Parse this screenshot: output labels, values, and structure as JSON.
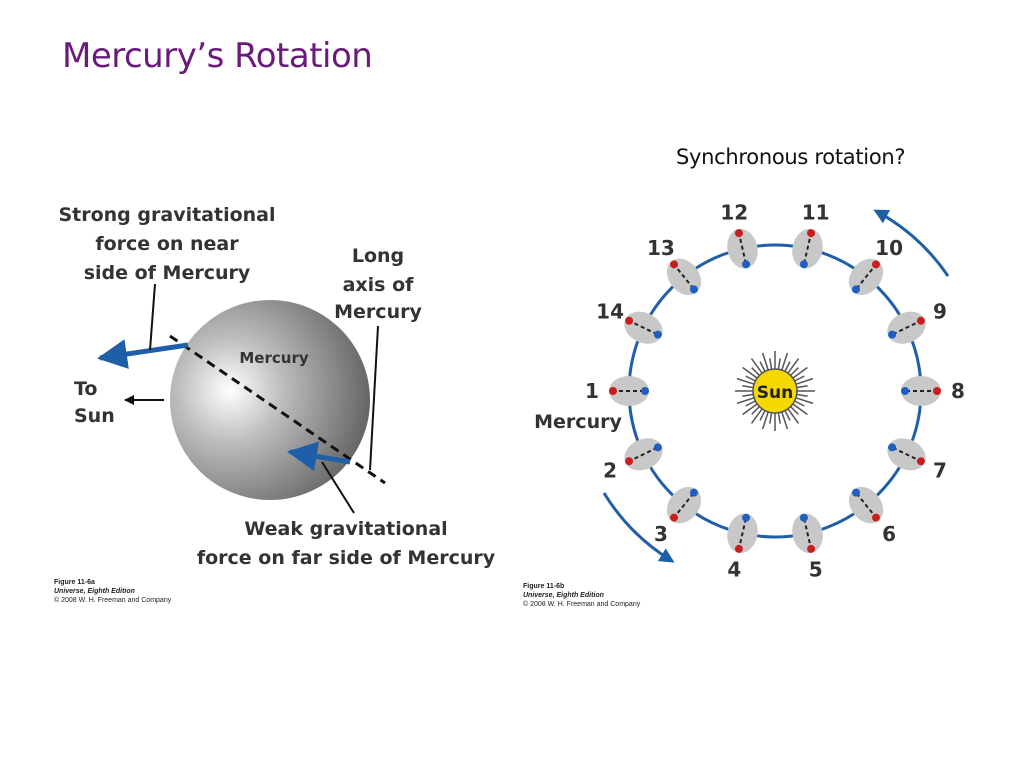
{
  "slide": {
    "title": "Mercury’s Rotation",
    "subtitle": "Synchronous rotation?"
  },
  "figure_a": {
    "strong_label": [
      "Strong gravitational",
      "force on near",
      "side of Mercury"
    ],
    "long_axis_label": [
      "Long",
      "axis of",
      "Mercury"
    ],
    "to_sun_label": [
      "To",
      "Sun"
    ],
    "planet_label": "Mercury",
    "weak_label": [
      "Weak gravitational",
      "force on far  side of Mercury"
    ],
    "caption": [
      "Figure 11-6a",
      "Universe, Eighth Edition",
      "© 2008 W. H. Freeman and Company"
    ]
  },
  "figure_b": {
    "sun_label": "Sun",
    "mercury_label": "Mercury",
    "positions": [
      "1",
      "2",
      "3",
      "4",
      "5",
      "6",
      "7",
      "8",
      "9",
      "10",
      "11",
      "12",
      "13",
      "14"
    ],
    "caption": [
      "Figure 11-6b",
      "Universe, Eighth Edition",
      "© 2008 W. H. Freeman and Company"
    ]
  },
  "colors": {
    "title": "#6a1a7a",
    "orbit": "#1f5fa8",
    "arrow": "#1f5fa8",
    "sun": "#f5d800",
    "planet": "#c8c8c8",
    "dot_blue": "#1f5fc0",
    "dot_red": "#c81e1e"
  }
}
